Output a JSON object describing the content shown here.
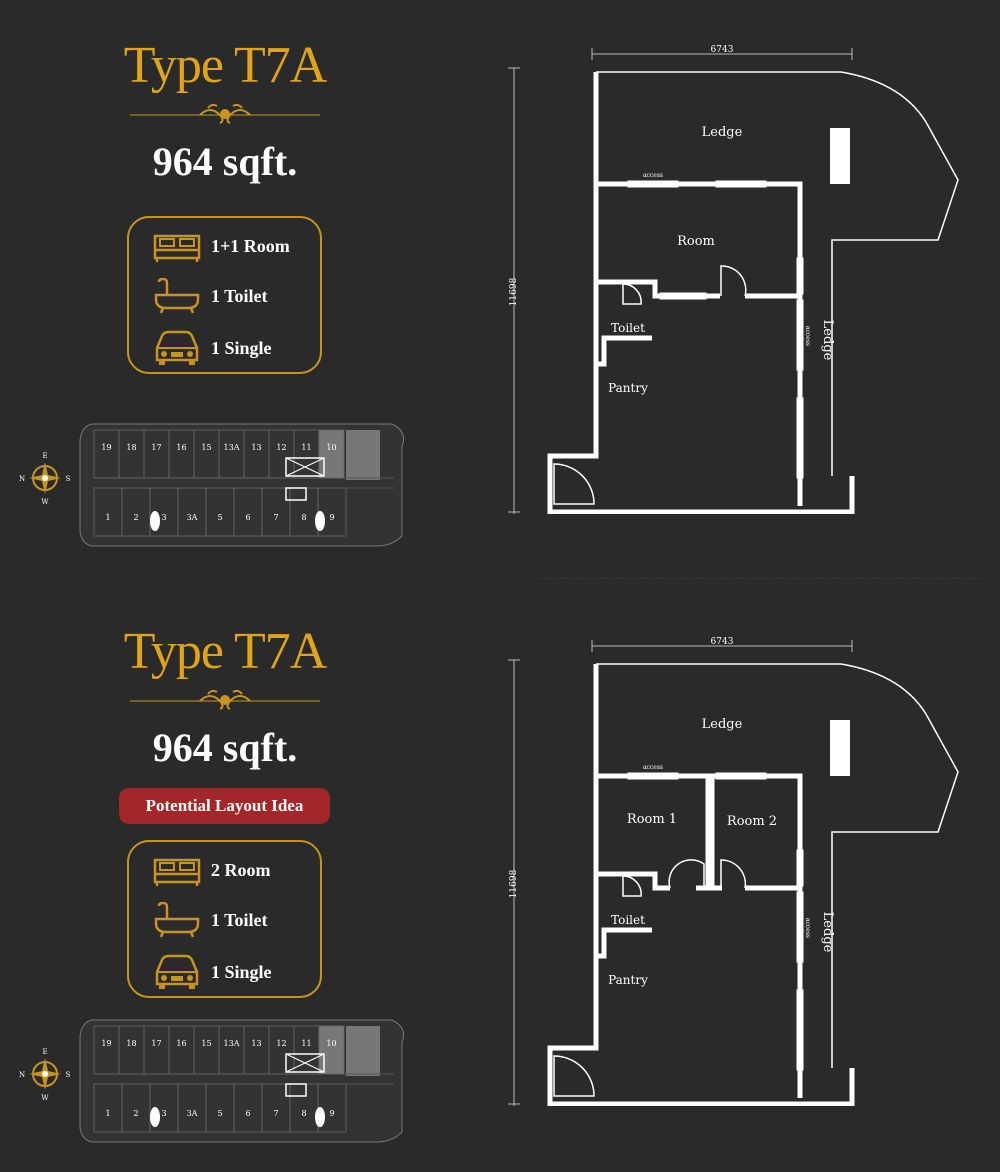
{
  "colors": {
    "gold": "#e0a419",
    "background": "#2a2a2a",
    "badge": "#a3262a",
    "wall": "#ffffff"
  },
  "panels": [
    {
      "title": "Type T7A",
      "area": "964 sqft.",
      "badge": "",
      "features": [
        {
          "icon": "bed-icon",
          "label": "1+1 Room"
        },
        {
          "icon": "bathtub-icon",
          "label": "1 Toilet"
        },
        {
          "icon": "car-icon",
          "label": "1 Single"
        }
      ],
      "compass": {
        "n": "E",
        "e": "S",
        "s": "W",
        "w": "N"
      },
      "keyplan": {
        "top_units": [
          "19",
          "18",
          "17",
          "16",
          "15",
          "13A",
          "13",
          "12",
          "11",
          "10"
        ],
        "bottom_units": [
          "1",
          "2",
          "3",
          "3A",
          "5",
          "6",
          "7",
          "8",
          "9"
        ],
        "highlighted": "10"
      },
      "floorplan": {
        "width_dim": "6743",
        "height_dim": "11698",
        "rooms": [
          "Ledge",
          "Room",
          "Toilet",
          "Pantry",
          "Ledge"
        ],
        "access_labels": [
          "access",
          "access"
        ]
      }
    },
    {
      "title": "Type T7A",
      "area": "964 sqft.",
      "badge": "Potential Layout Idea",
      "features": [
        {
          "icon": "bed-icon",
          "label": "2 Room"
        },
        {
          "icon": "bathtub-icon",
          "label": "1 Toilet"
        },
        {
          "icon": "car-icon",
          "label": "1 Single"
        }
      ],
      "compass": {
        "n": "E",
        "e": "S",
        "s": "W",
        "w": "N"
      },
      "keyplan": {
        "top_units": [
          "19",
          "18",
          "17",
          "16",
          "15",
          "13A",
          "13",
          "12",
          "11",
          "10"
        ],
        "bottom_units": [
          "1",
          "2",
          "3",
          "3A",
          "5",
          "6",
          "7",
          "8",
          "9"
        ],
        "highlighted": "10"
      },
      "floorplan": {
        "width_dim": "6743",
        "height_dim": "11698",
        "rooms": [
          "Ledge",
          "Room 1",
          "Room 2",
          "Toilet",
          "Pantry",
          "Ledge"
        ],
        "access_labels": [
          "access",
          "access"
        ]
      }
    }
  ]
}
